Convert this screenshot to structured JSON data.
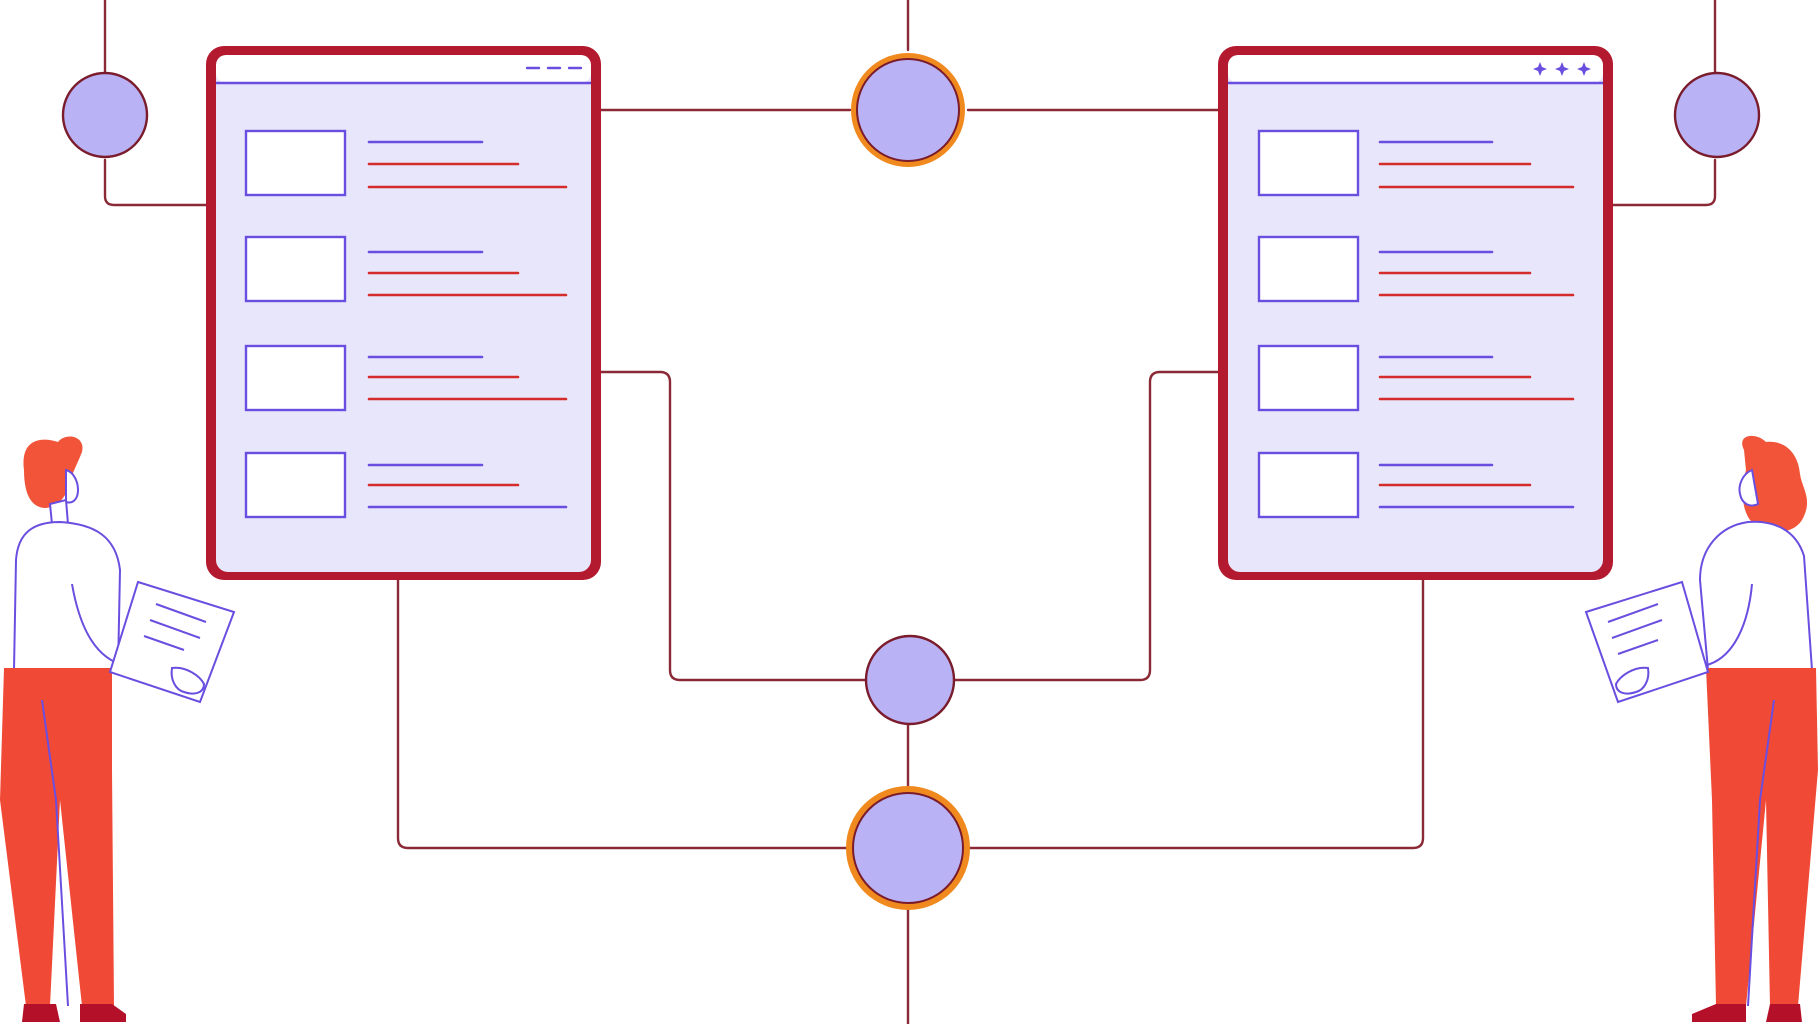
{
  "colors": {
    "background": "#ffffff",
    "wire": "#8a2a36",
    "panel_frame": "#b3192f",
    "panel_fill": "#e8e6fb",
    "titlebar_line": "#6a4ee0",
    "accent_purple": "#6a4ee0",
    "accent_red": "#d42b2b",
    "node_fill": "#b9b3f5",
    "node_ring_dark": "#7a1c2c",
    "node_ring_orange": "#f08a1e",
    "person_hair": "#f2543a",
    "person_pants": "#f04a36",
    "person_shirt": "#ffffff",
    "person_outline": "#6a4ee0",
    "shoe": "#b5102a"
  },
  "panels": [
    {
      "id": "left",
      "titlebar_icons": [
        "dash-icon",
        "dash-icon",
        "dash-icon"
      ],
      "rows": 4
    },
    {
      "id": "right",
      "titlebar_icons": [
        "sparkle-icon",
        "sparkle-icon",
        "sparkle-icon"
      ],
      "rows": 4
    }
  ],
  "nodes": [
    {
      "id": "top-center",
      "ring": "orange"
    },
    {
      "id": "top-left",
      "ring": "dark"
    },
    {
      "id": "top-right",
      "ring": "dark"
    },
    {
      "id": "middle-center",
      "ring": "dark"
    },
    {
      "id": "bottom-center",
      "ring": "orange"
    }
  ],
  "people": [
    {
      "id": "left-person",
      "holding": "clipboard-icon"
    },
    {
      "id": "right-person",
      "holding": "clipboard-icon"
    }
  ]
}
